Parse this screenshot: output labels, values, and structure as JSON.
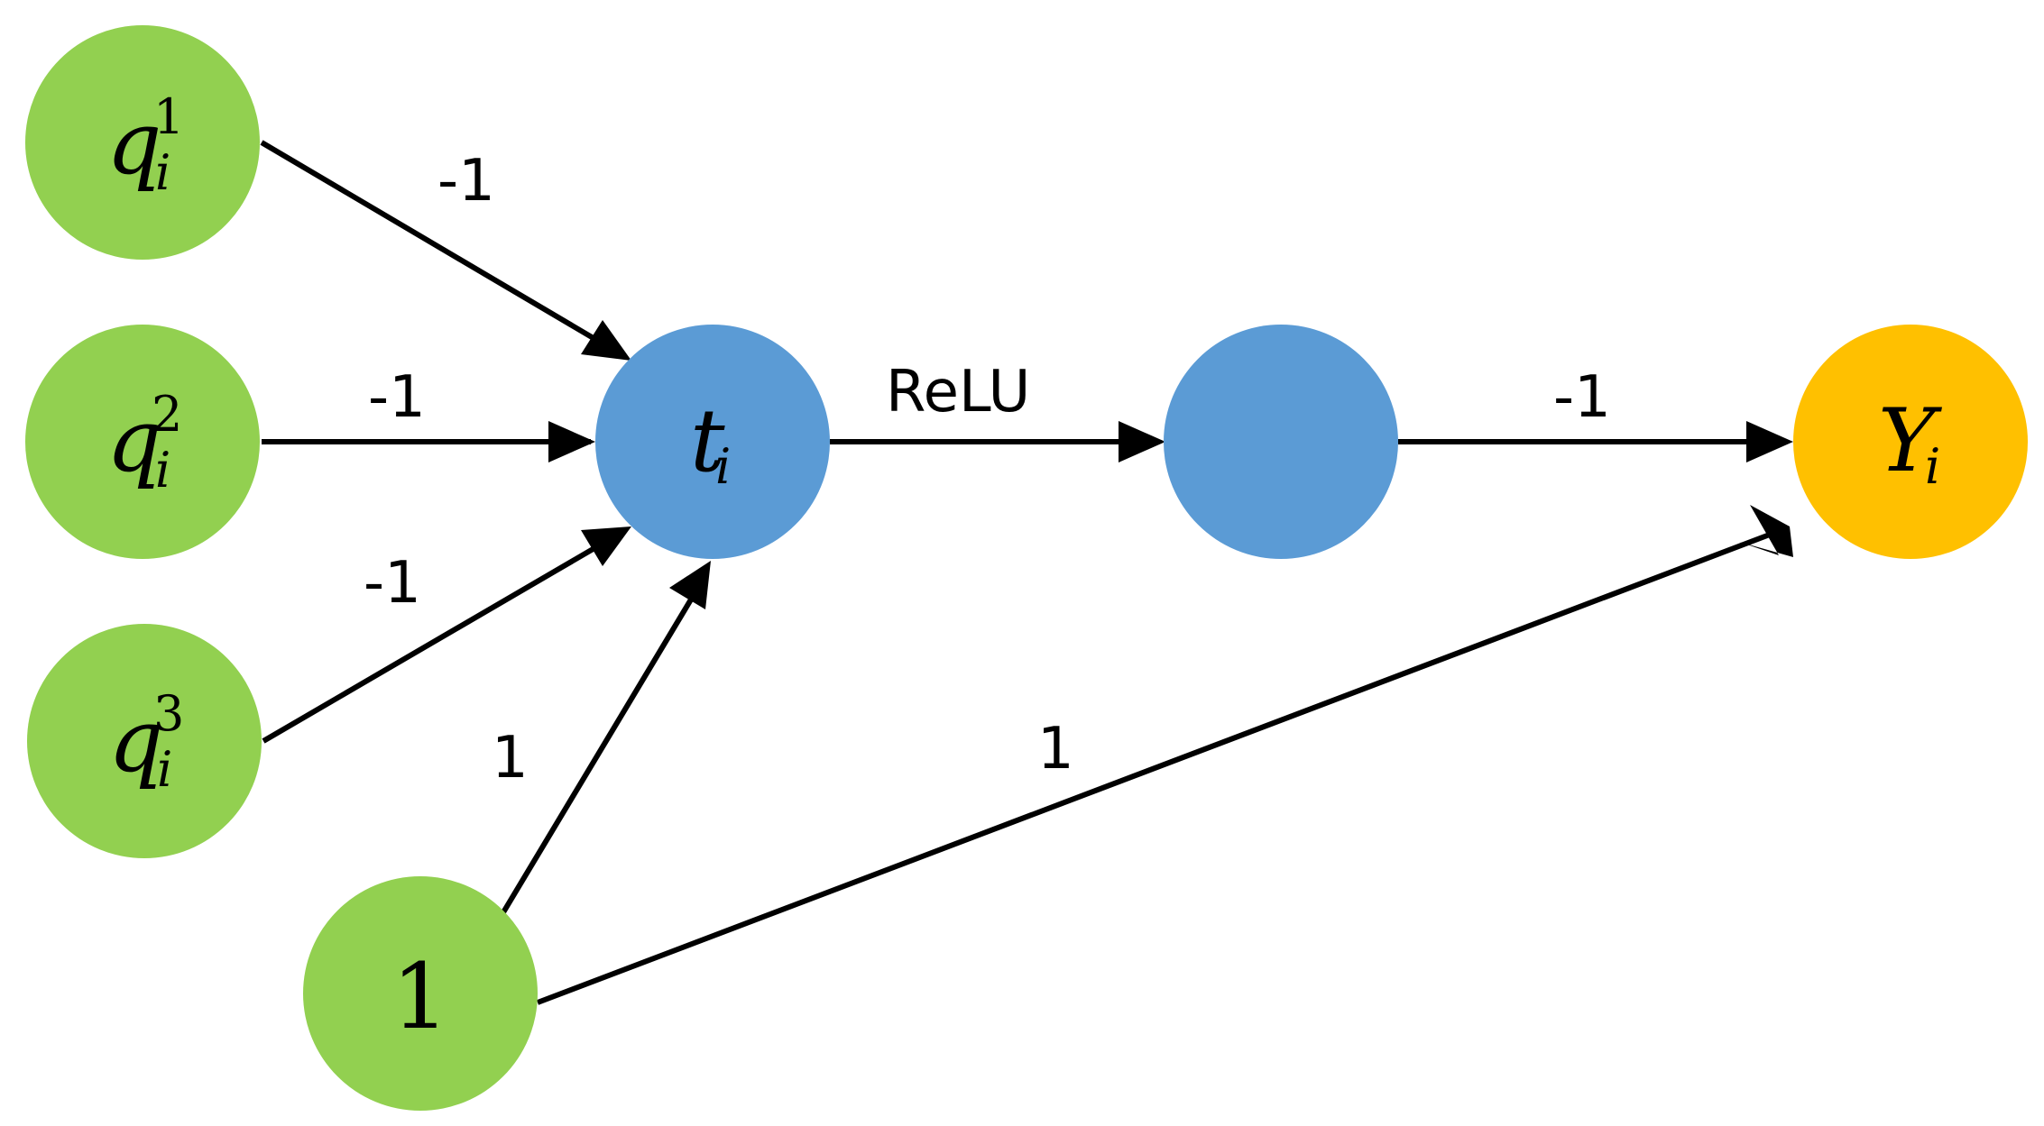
{
  "colors": {
    "input_node": "#92D050",
    "hidden_node": "#5B9BD5",
    "output_node": "#FFC000",
    "edge": "#000000"
  },
  "nodes": {
    "q1": {
      "base": "q",
      "sub": "i",
      "sup": "1"
    },
    "q2": {
      "base": "q",
      "sub": "i",
      "sup": "2"
    },
    "q3": {
      "base": "q",
      "sub": "i",
      "sup": "3"
    },
    "bias": {
      "text": "1"
    },
    "t": {
      "base": "t",
      "sub": "i"
    },
    "relu_out": {
      "text": ""
    },
    "y": {
      "base": "Y",
      "sub": "i"
    }
  },
  "edges": {
    "q1_t": "-1",
    "q2_t": "-1",
    "q3_t": "-1",
    "bias_t": "1",
    "t_relu": "ReLU",
    "relu_y": "-1",
    "bias_y": "1"
  }
}
